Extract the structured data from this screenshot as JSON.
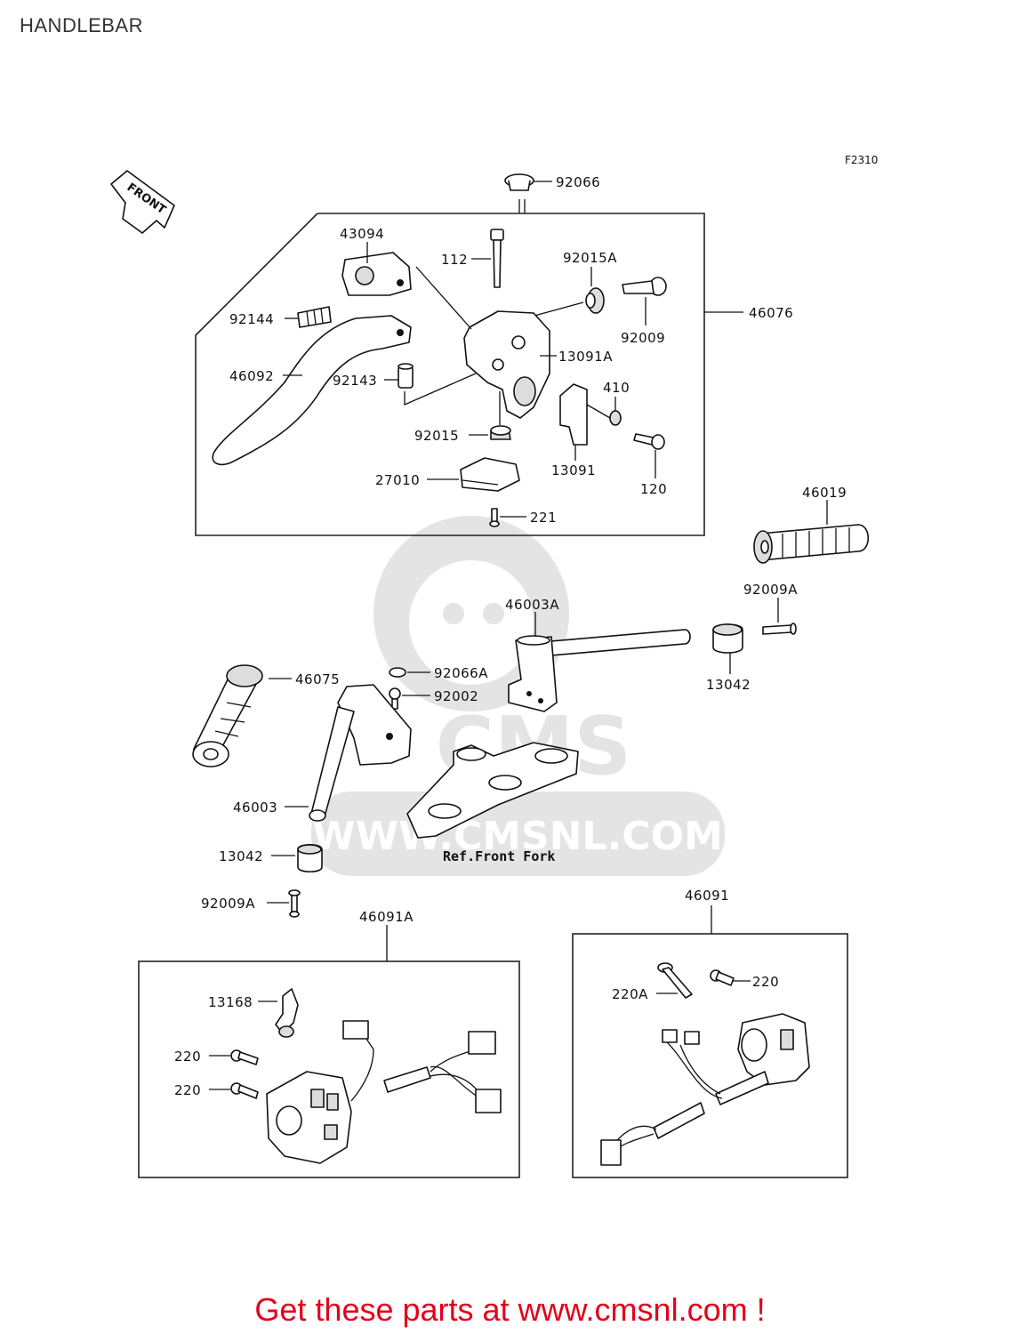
{
  "title": "HANDLEBAR",
  "figure_code": "F2310",
  "front_arrow": "FRONT",
  "reference_note": "Ref.Front Fork",
  "watermark": "WWW.CMSNL.COM",
  "footer": "Get these parts at www.cmsnl.com !",
  "footer_color": "#e3001b",
  "part_labels": {
    "p92066": "92066",
    "p43094": "43094",
    "p112": "112",
    "p92015A": "92015A",
    "p92144": "92144",
    "p46076": "46076",
    "p92009": "92009",
    "p46092": "46092",
    "p92143": "92143",
    "p13091A": "13091A",
    "p410": "410",
    "p92015": "92015",
    "p13091": "13091",
    "p120": "120",
    "p27010": "27010",
    "p221": "221",
    "p46019": "46019",
    "p92009A_r": "92009A",
    "p46003A": "46003A",
    "p13042_r": "13042",
    "p46075": "46075",
    "p92066A": "92066A",
    "p92002": "92002",
    "p46003": "46003",
    "p13042_l": "13042",
    "p92009A_l": "92009A",
    "p46091A": "46091A",
    "p46091": "46091",
    "p13168": "13168",
    "p220_1": "220",
    "p220_2": "220",
    "p220A": "220A",
    "p220_3": "220"
  }
}
